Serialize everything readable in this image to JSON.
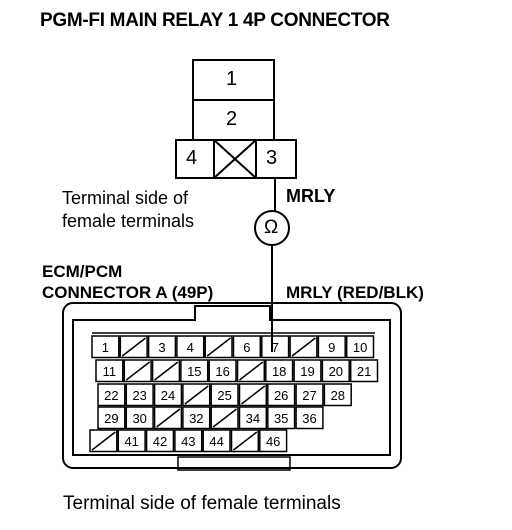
{
  "title": "PGM-FI MAIN RELAY 1 4P CONNECTOR",
  "relay_connector": {
    "terminals": [
      "1",
      "2",
      "3",
      "4"
    ],
    "side_label_line1": "Terminal side of",
    "side_label_line2": "female terminals"
  },
  "wire": {
    "label": "MRLY",
    "ohm_symbol": "Ω"
  },
  "ecm_connector": {
    "label_line1": "ECM/PCM",
    "label_line2": "CONNECTOR A (49P)",
    "wire_label": "MRLY (RED/BLK)",
    "rows": [
      [
        "1",
        "",
        "3",
        "4",
        "",
        "6",
        "7",
        "",
        "9",
        "10"
      ],
      [
        "11",
        "",
        "",
        "15",
        "16",
        "",
        "18",
        "19",
        "20",
        "21"
      ],
      [
        "22",
        "23",
        "24",
        "",
        "25",
        "",
        "26",
        "27",
        "28"
      ],
      [
        "29",
        "30",
        "",
        "32",
        "",
        "34",
        "35",
        "36"
      ],
      [
        "",
        "41",
        "42",
        "43",
        "44",
        "",
        "46"
      ]
    ]
  },
  "bottom_caption": "Terminal side of female terminals",
  "colors": {
    "line": "#000000",
    "background": "#ffffff"
  }
}
